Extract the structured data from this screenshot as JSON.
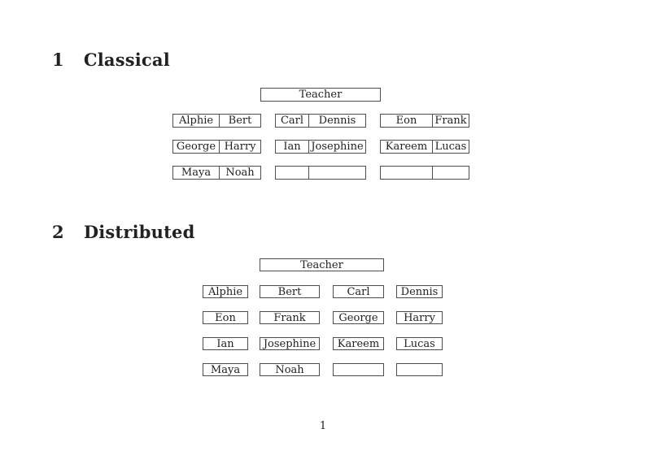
{
  "page": {
    "background_color": "#ffffff",
    "text_color": "#222222",
    "border_color": "#4d4d4d",
    "page_number": "1"
  },
  "sections": {
    "classical": {
      "number": "1",
      "title": "Classical",
      "teacher_label": "Teacher",
      "desks": [
        {
          "left": "Alphie",
          "right": "Bert"
        },
        {
          "left": "Carl",
          "right": "Dennis"
        },
        {
          "left": "Eon",
          "right": "Frank"
        },
        {
          "left": "George",
          "right": "Harry"
        },
        {
          "left": "Ian",
          "right": "Josephine"
        },
        {
          "left": "Kareem",
          "right": "Lucas"
        },
        {
          "left": "Maya",
          "right": "Noah"
        },
        {
          "left": "",
          "right": ""
        },
        {
          "left": "",
          "right": ""
        }
      ]
    },
    "distributed": {
      "number": "2",
      "title": "Distributed",
      "teacher_label": "Teacher",
      "seats": [
        "Alphie",
        "Bert",
        "Carl",
        "Dennis",
        "Eon",
        "Frank",
        "George",
        "Harry",
        "Ian",
        "Josephine",
        "Kareem",
        "Lucas",
        "Maya",
        "Noah",
        "",
        ""
      ]
    }
  }
}
